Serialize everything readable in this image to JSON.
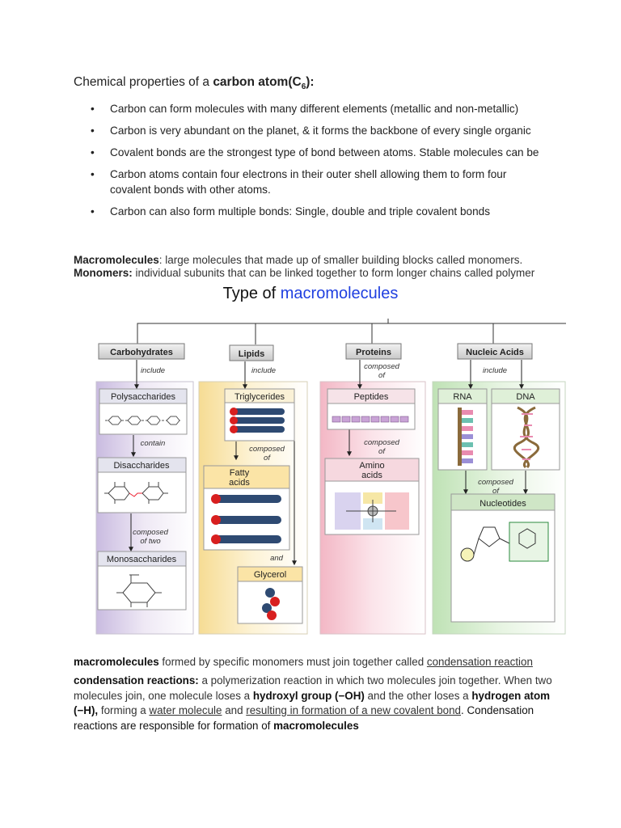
{
  "heading": {
    "prefix": "Chemical properties of a ",
    "bold": "carbon atom(C",
    "sub": "6",
    "suffix": "):"
  },
  "bullets": [
    "Carbon can form molecules with many different elements (metallic and non-metallic)",
    "Carbon is very abundant on the planet, & it forms the backbone of every single organic",
    "Covalent bonds are the strongest type of bond between atoms. Stable molecules can be",
    "Carbon atoms contain four electrons in their outer shell allowing them to form four covalent bonds with other atoms.",
    "Carbon can also form multiple bonds: Single, double and triple covalent bonds"
  ],
  "definitions": {
    "macro_term": "Macromolecules",
    "macro_text": ": large molecules that made up of smaller building blocks called monomers.",
    "mono_term": "Monomers:",
    "mono_text": " individual subunits that can be linked together to form longer chains called polymer"
  },
  "diagram_title": {
    "prefix": "Type of ",
    "highlight": "macromolecules"
  },
  "diagram": {
    "categories": [
      "Carbohydrates",
      "Lipids",
      "Proteins",
      "Nucleic Acids"
    ],
    "include": "include",
    "contain": "contain",
    "composed": "composed",
    "of": "of",
    "of_two": "of two",
    "and": "and",
    "carbs": [
      "Polysaccharides",
      "Disaccharides",
      "Monosaccharides"
    ],
    "lipids": {
      "tri": "Triglycerides",
      "fatty1": "Fatty",
      "fatty2": "acids",
      "glycerol": "Glycerol"
    },
    "proteins": {
      "peptides": "Peptides",
      "amino1": "Amino",
      "amino2": "acids"
    },
    "nucleic": {
      "rna": "RNA",
      "dna": "DNA",
      "nucleotides": "Nucleotides"
    },
    "colors": {
      "carbs": "#ddd3ea",
      "lipids": "#fcefcb",
      "proteins": "#f9dbe2",
      "nucleic": "#dcefd6"
    }
  },
  "condensation": {
    "l1_bold": "macromolecules",
    "l1_text": " formed by specific monomers must join together called ",
    "l1_link": "condensation reaction",
    "p2_bold": "condensation reactions:",
    "p2_a": " a polymerization reaction in which two molecules join together. When two molecules join, one molecule loses a ",
    "p2_b1": "hydroxyl group (−OH)",
    "p2_c": " and the other loses a ",
    "p2_b2": "hydrogen atom (−H),",
    "p2_d": " forming a ",
    "p2_u1": "water molecule",
    "p2_e": " and ",
    "p2_u2": "resulting in formation of a new covalent bond",
    "p2_f": ". Condensation reactions are responsible  for formation of ",
    "p2_b3": "macromolecules"
  }
}
